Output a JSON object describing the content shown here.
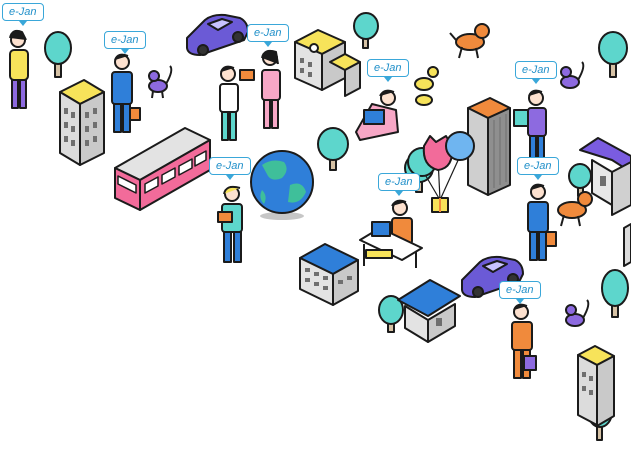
{
  "illustration": {
    "speech_tags": [
      {
        "id": "tag-1",
        "label": "e-Jan"
      },
      {
        "id": "tag-2",
        "label": "e-Jan"
      },
      {
        "id": "tag-3",
        "label": "e-Jan"
      },
      {
        "id": "tag-4",
        "label": "e-Jan"
      },
      {
        "id": "tag-5",
        "label": "e-Jan"
      },
      {
        "id": "tag-6",
        "label": "e-Jan"
      },
      {
        "id": "tag-7",
        "label": "e-Jan"
      },
      {
        "id": "tag-8",
        "label": "e-Jan"
      },
      {
        "id": "tag-9",
        "label": "e-Jan"
      }
    ],
    "colors": {
      "outline": "#1b1b1b",
      "tree": "#5dd6cc",
      "building_yellow": "#f7e35a",
      "building_gray": "#dcdcdc",
      "car": "#6b5ad6",
      "train": "#f26b9a",
      "globe_ocean": "#2f7fd9",
      "globe_land": "#3fbf9a",
      "dog": "#f08a3c",
      "cat": "#8d6ae0",
      "tag_border": "#3aa7d9",
      "tag_text": "#1f8fc9"
    }
  }
}
